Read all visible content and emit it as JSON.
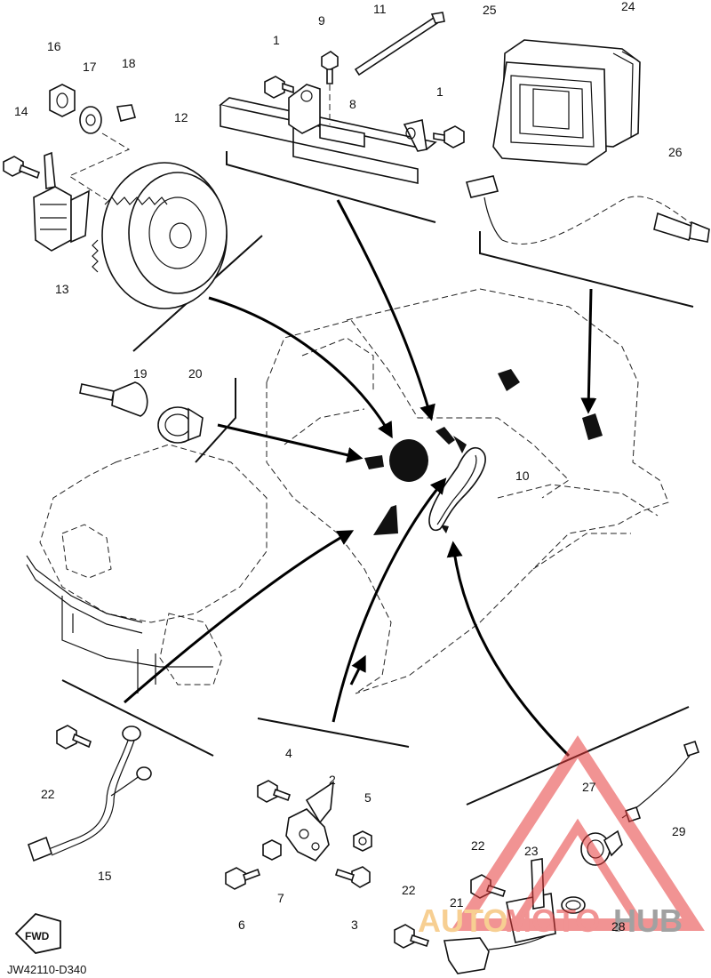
{
  "diagram": {
    "drawing_code": "JW42110-D340",
    "fwd_label": "FWD",
    "callouts": [
      "1",
      "1",
      "2",
      "3",
      "4",
      "5",
      "6",
      "7",
      "8",
      "9",
      "10",
      "11",
      "12",
      "13",
      "14",
      "15",
      "16",
      "17",
      "18",
      "19",
      "20",
      "21",
      "22",
      "22",
      "22",
      "23",
      "24",
      "25",
      "26",
      "27",
      "28",
      "29"
    ]
  },
  "watermark": {
    "part_auto": "AUTO",
    "part_moto": "MOTO",
    "part_hub": "HUB",
    "color_red": "#e63b3b",
    "color_orange": "#f2a83a",
    "color_dark": "#555555"
  }
}
